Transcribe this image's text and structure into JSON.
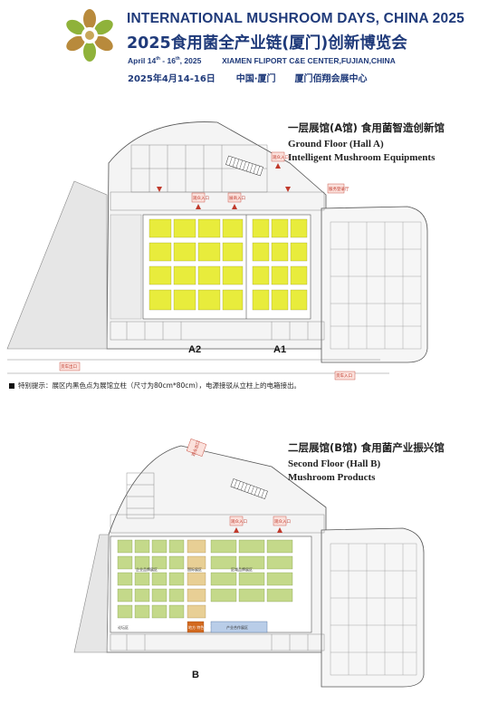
{
  "header": {
    "title_en": "INTERNATIONAL MUSHROOM DAYS, CHINA 2025",
    "title_cn": "2025食用菌全产业链(厦门)创新博览会",
    "date_en_prefix": "April 14",
    "date_en_sup1": "th",
    "date_en_mid": " - 16",
    "date_en_sup2": "th",
    "date_en_year": ", 2025",
    "venue_en": "XIAMEN FLIPORT C&E CENTER,FUJIAN,CHINA",
    "date_cn": "2025年4月14-16日",
    "city_cn": "中国·厦门",
    "venue_cn": "厦门佰翔会展中心"
  },
  "hall_a": {
    "title_cn": "一层展馆(A馆) 食用菌智造创新馆",
    "title_en_1": "Ground Floor (Hall A)",
    "title_en_2": "Intelligent Mushroom Equipments",
    "label_a2": "A2",
    "label_a1": "A1",
    "entrance_visitor": "观众入口",
    "entrance_visitor2": "观众入口",
    "entrance_exhibitor": "展商入口",
    "entrance_service": "服务登录厅",
    "car_exit": "货车出口",
    "car_entry": "货车入口"
  },
  "notice": {
    "text": "特别提示：展区内黑色点为展馆立柱（尺寸为80cm*80cm），电源接驳从立柱上的电箱接出。"
  },
  "hall_b": {
    "title_cn": "二层展馆(B馆) 食用菌产业振兴馆",
    "title_en_1": "Second Floor (Hall B)",
    "title_en_2": "Mushroom Products",
    "label_b": "B",
    "exit_visitor": "观众出口",
    "entrance_1": "观众入口",
    "entrance_2": "观众入口",
    "zone_intl": "国际展区",
    "zone_regional": "区域品牌展区",
    "zone_enterprise": "企业品牌展区",
    "zone_coop": "产业合作展区",
    "zone_forum": "论坛区",
    "zone_special": "地方\n特色展区"
  },
  "colors": {
    "brand_blue": "#1f3a7a",
    "booth_yellow": "#e8ec3c",
    "booth_green": "#c4d98a",
    "coop_blue": "#b9cde8",
    "special_orange": "#d2691e",
    "arrow_red": "#c0392b"
  }
}
